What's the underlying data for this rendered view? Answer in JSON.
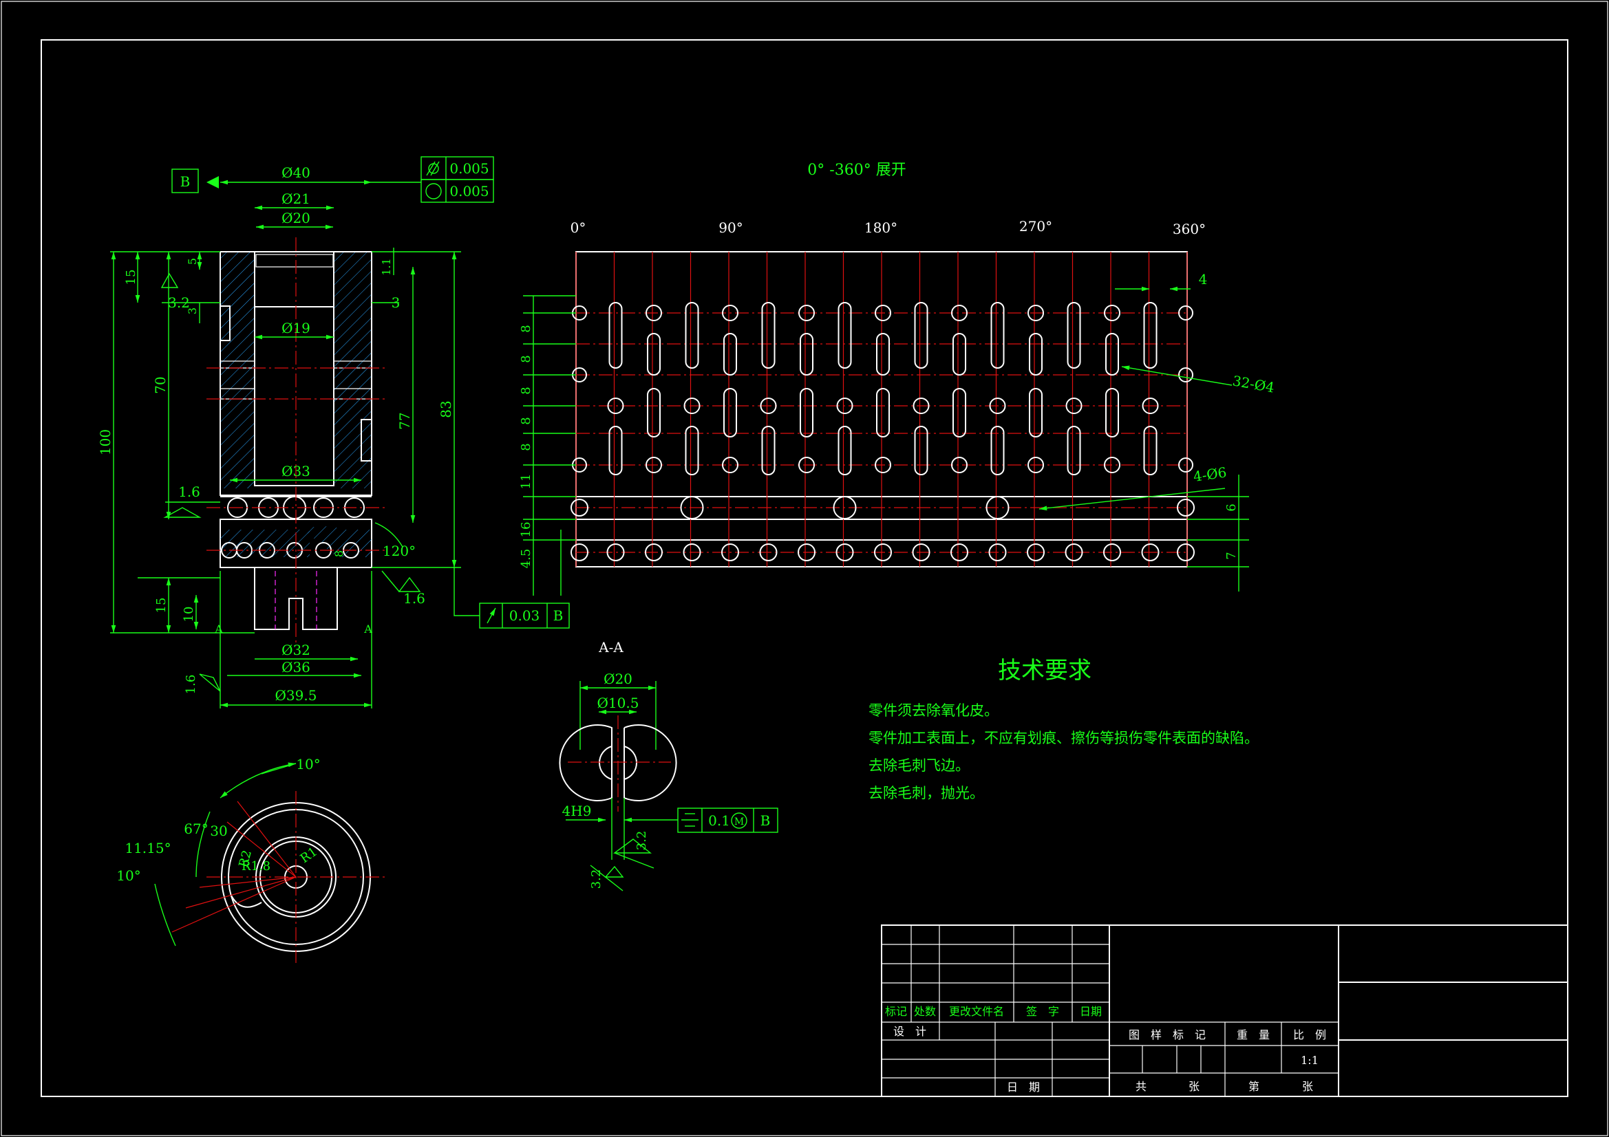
{
  "colors": {
    "background": "#000000",
    "outline": "#ffffff",
    "dimension": "#19ff19",
    "center_line": "#e01010",
    "hatch": "#2aa6ff",
    "hidden": "#ff2cff"
  },
  "section_view": {
    "datum_b": "B",
    "dims": {
      "d40": "Ø40",
      "d21": "Ø21",
      "d20": "Ø20",
      "d19": "Ø19",
      "d33": "Ø33",
      "d32": "Ø32",
      "d36": "Ø36",
      "d395": "Ø39.5",
      "h15_top": "15",
      "h5": "5",
      "h32": "3.2",
      "h3_left": "3",
      "h70": "70",
      "h100": "100",
      "h15_bot": "15",
      "h10": "10",
      "r16_left": "1.6",
      "r16_bottom": "1.6",
      "r16_right": "1.6",
      "h11": "1.1",
      "h3_right": "3",
      "h77": "77",
      "h83": "83",
      "h8": "8",
      "a120": "120°",
      "sec_a_left": "A",
      "sec_a_right": "A"
    },
    "tolerances": [
      {
        "symbol": "cylindricity",
        "value": "0.005"
      },
      {
        "symbol": "circularity",
        "value": "0.005"
      },
      {
        "symbol": "runout",
        "value": "0.03",
        "datum": "B"
      }
    ]
  },
  "development_view": {
    "title": "0° -360° 展开",
    "angles": [
      "0°",
      "90°",
      "180°",
      "270°",
      "360°"
    ],
    "left_dims": [
      "8",
      "8",
      "8",
      "8",
      "8",
      "11",
      "16",
      "4.5"
    ],
    "right_dims": {
      "w4": "4",
      "holes32": "32-Ø4",
      "holes4": "4-Ø6",
      "h6": "6",
      "h7": "7"
    }
  },
  "section_aa": {
    "title": "A-A",
    "d20": "Ø20",
    "d105": "Ø10.5",
    "fit": "4H9",
    "tolerance": {
      "symbol": "symmetry",
      "value": "0.1",
      "modifier": "M",
      "datum": "B"
    },
    "rough1": "3.2",
    "rough2": "3.2"
  },
  "end_view": {
    "a10_top": "10°",
    "a67": "67°",
    "n30": "30",
    "a1115": "11.15°",
    "a10_left": "10°",
    "r2": "R2",
    "r18": "R1.8",
    "r_small": "R1"
  },
  "tech_requirements": {
    "title": "技术要求",
    "items": [
      "零件须去除氧化皮。",
      "零件加工表面上，不应有划痕、擦伤等损伤零件表面的缺陷。",
      "去除毛刺飞边。",
      "去除毛刺，抛光。"
    ]
  },
  "title_block": {
    "h_mark": "标记",
    "h_count": "处数",
    "h_docno": "更改文件名",
    "h_sign": "签　字",
    "h_date": "日期",
    "design": "设　计",
    "date": "日　期",
    "drawing_mark": "图　样　标　记",
    "weight": "重　量",
    "scale_label": "比　例",
    "scale": "1:1",
    "total": "共",
    "sheets": "张",
    "sheet_no": "第",
    "sheet": "张"
  }
}
